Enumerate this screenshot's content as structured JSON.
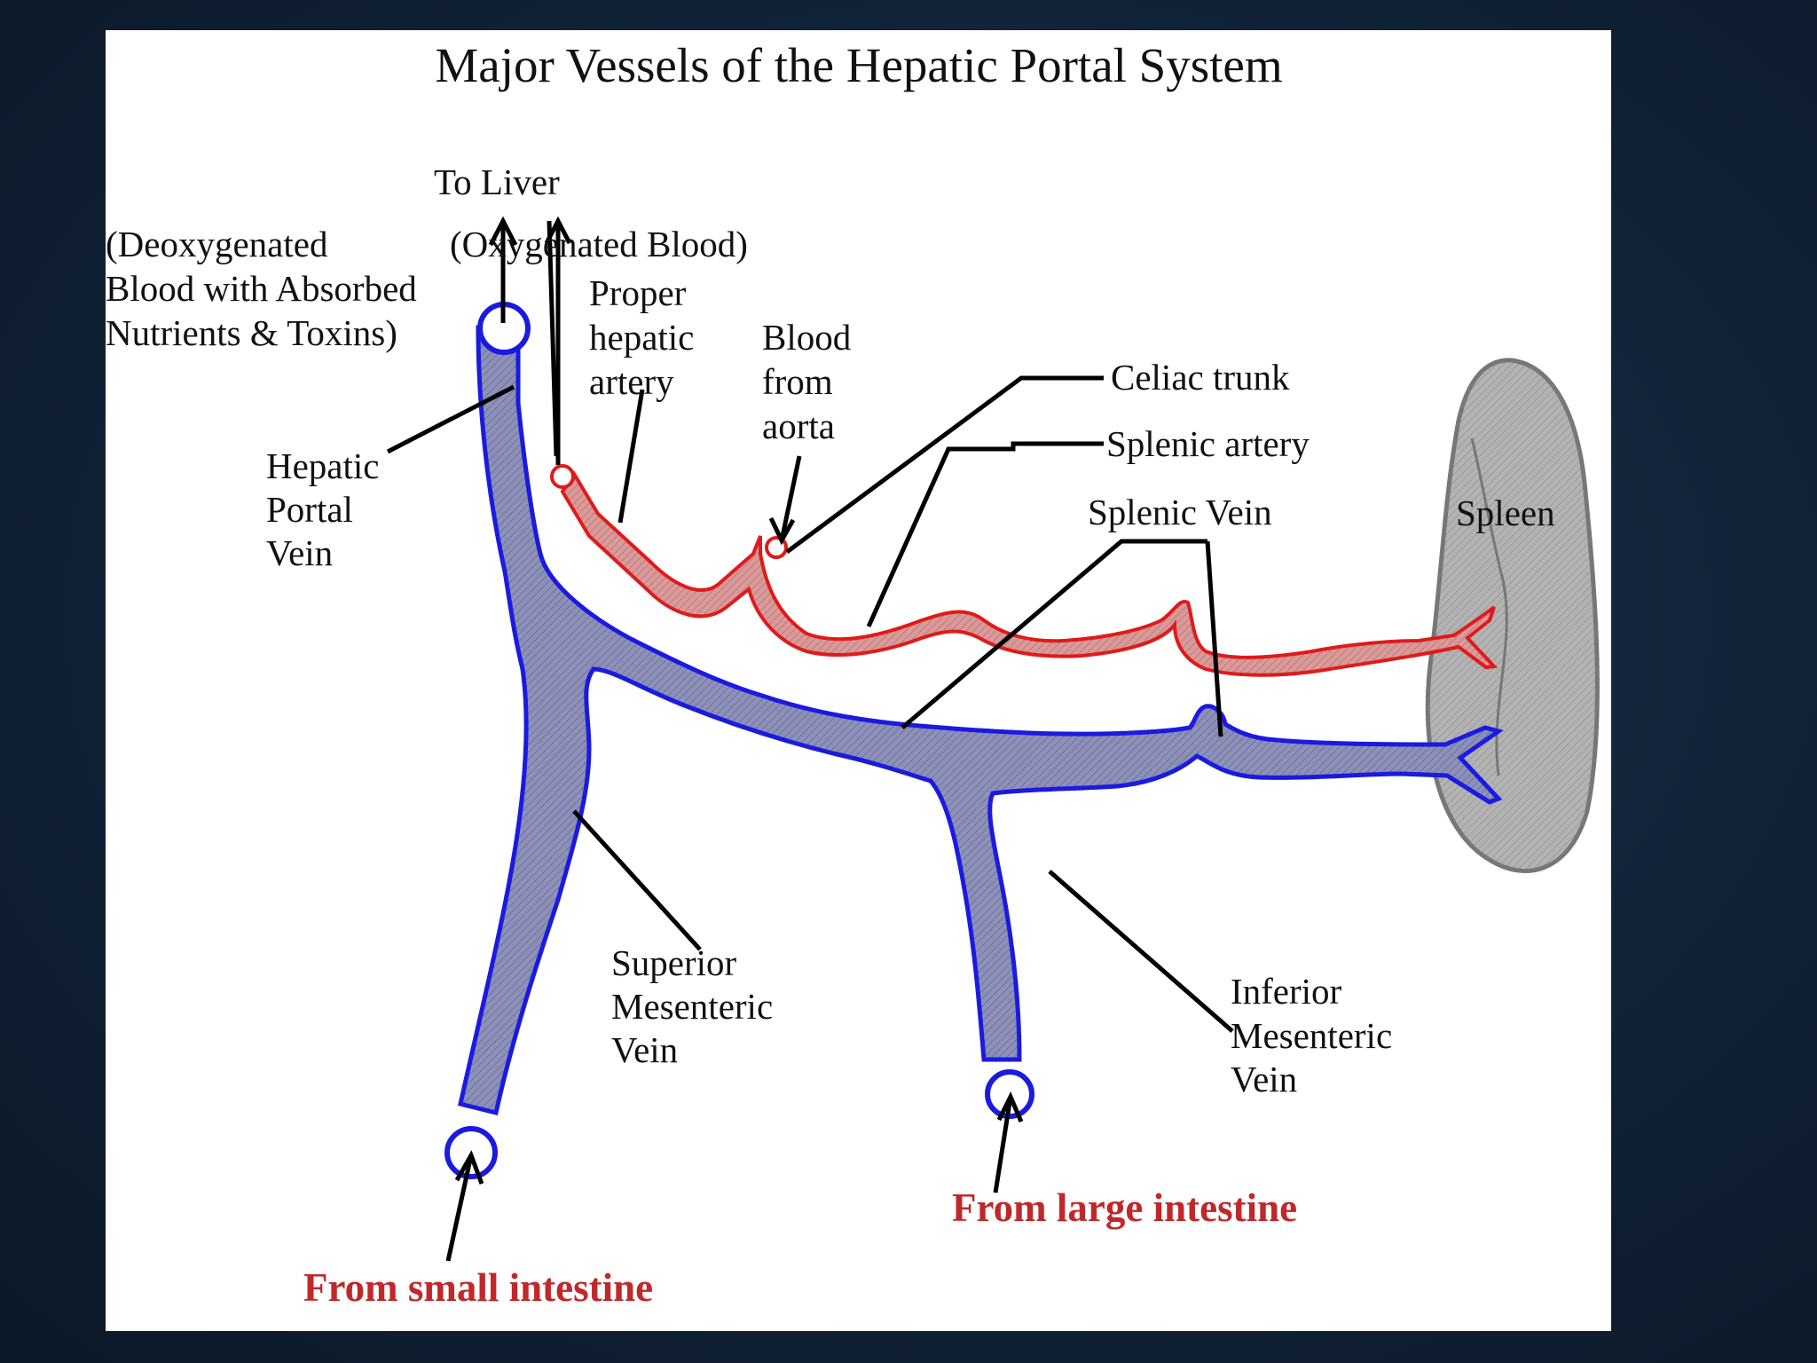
{
  "title": "Major Vessels of the Hepatic Portal System",
  "labels": {
    "to_liver": "To Liver",
    "deoxygenated": [
      "(Deoxygenated",
      "Blood with Absorbed",
      "Nutrients & Toxins)"
    ],
    "oxygenated": "(Oxygenated Blood)",
    "proper_hepatic_artery": [
      "Proper",
      "hepatic",
      "artery"
    ],
    "blood_from_aorta": [
      "Blood",
      "from",
      "aorta"
    ],
    "celiac_trunk": "Celiac trunk",
    "splenic_artery": "Splenic artery",
    "splenic_vein": "Splenic Vein",
    "spleen": "Spleen",
    "hepatic_portal_vein": [
      "Hepatic",
      "Portal",
      "Vein"
    ],
    "superior_mesenteric_vein": [
      "Superior",
      "Mesenteric",
      "Vein"
    ],
    "inferior_mesenteric_vein": [
      "Inferior",
      "Mesenteric",
      "Vein"
    ],
    "from_small_intestine": "From small intestine",
    "from_large_intestine": "From large intestine"
  },
  "colors": {
    "vein_outline": "#1a1ae0",
    "vein_fill": "#8d90b8",
    "artery_outline": "#e01a1a",
    "artery_fill": "#d89b9b",
    "spleen_fill": "#a9a9a9",
    "spleen_outline": "#777777",
    "emphasis_text": "#c0282a"
  }
}
